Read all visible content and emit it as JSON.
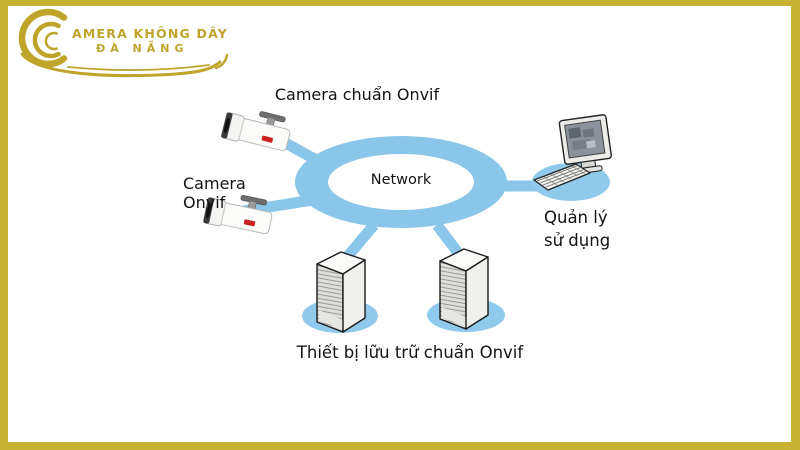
{
  "logo": {
    "line1": "AMERA KHÔNG DÂY",
    "line2": "ĐÀ NẴNG"
  },
  "labels": {
    "camera_top": "Camera chuẩn Onvif",
    "camera_left": "Camera Onvif",
    "network": "Network",
    "manager_line1": "Quản lý",
    "manager_line2": "sử dụng",
    "storage": "Thiết bị lữu trữ chuẩn Onvif"
  },
  "icons": {
    "logo": "camera-swirl-logo",
    "camera_top": "bullet-camera-icon",
    "camera_left": "bullet-camera-icon",
    "server_left": "storage-tower-icon",
    "server_right": "storage-tower-icon",
    "computer": "desktop-computer-icon"
  },
  "colors": {
    "connection_blue": "#89C6E9",
    "shadow_blue": "#8FC9EC",
    "brand_gold": "#BFA42A",
    "frame_gold": "#C8B233",
    "text": "#131313"
  }
}
